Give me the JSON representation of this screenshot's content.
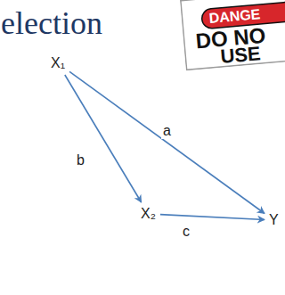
{
  "diagram": {
    "title": "election",
    "nodes": [
      {
        "text": [
          "X₁"
        ]
      },
      {
        "text": [
          "X₂"
        ]
      },
      {
        "text": [
          "Y"
        ]
      }
    ],
    "edges": [
      {
        "from": 0,
        "to": 1,
        "arrow": "to",
        "label": "b"
      },
      {
        "from": 0,
        "to": 2,
        "arrow": "to",
        "label": "a"
      },
      {
        "from": 1,
        "to": 2,
        "arrow": "to",
        "label": "c"
      }
    ],
    "labels": [
      "DANGE",
      "DO NO",
      "USE"
    ]
  }
}
